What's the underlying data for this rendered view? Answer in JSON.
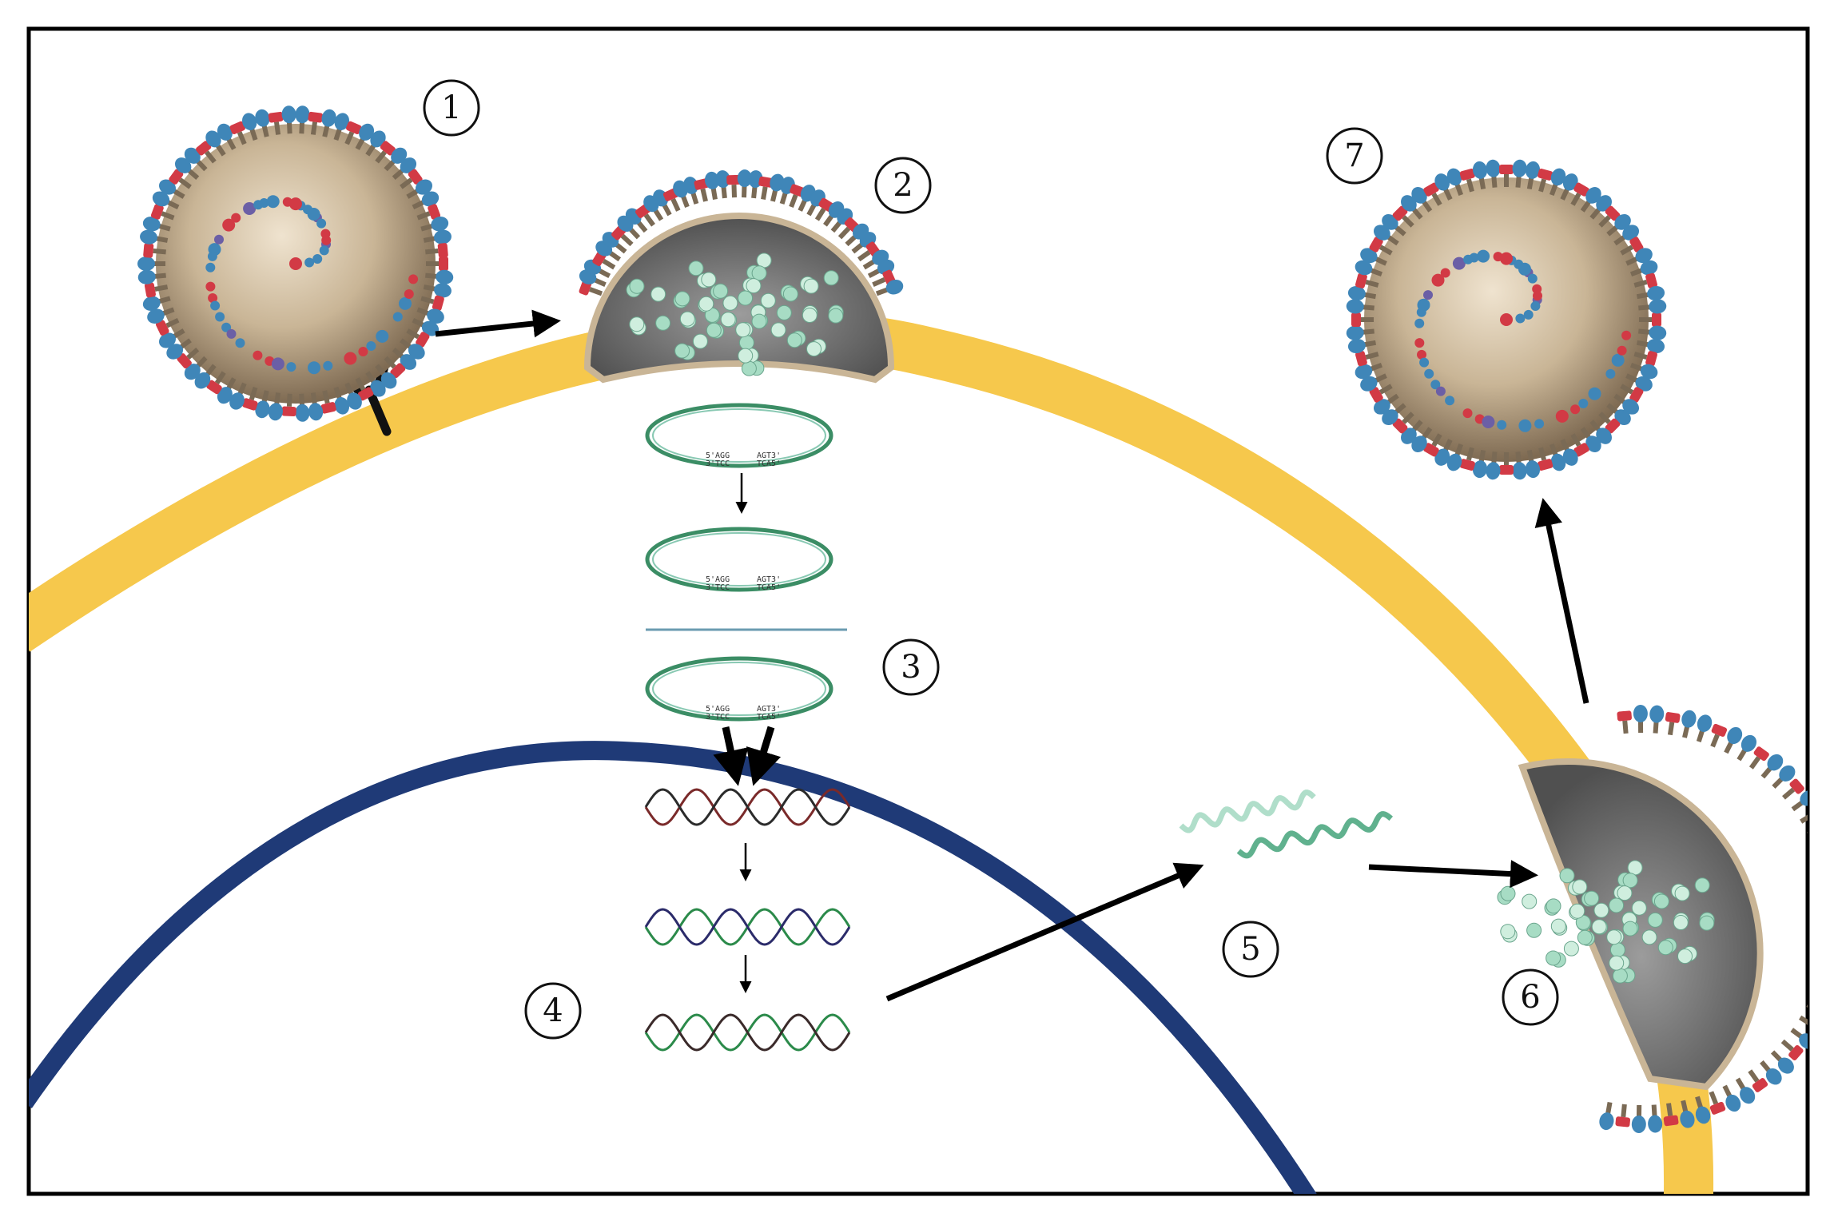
{
  "diagram": {
    "steps": [
      {
        "id": "1",
        "label": "1"
      },
      {
        "id": "2",
        "label": "2"
      },
      {
        "id": "3",
        "label": "3"
      },
      {
        "id": "4",
        "label": "4"
      },
      {
        "id": "5",
        "label": "5"
      },
      {
        "id": "6",
        "label": "6"
      },
      {
        "id": "7",
        "label": "7"
      }
    ],
    "colors": {
      "cell_membrane": "#f6c84c",
      "nucleus_membrane": "#1f3a77",
      "virus_core": "#b49c7a",
      "spike_blue": "#3f86b8",
      "spike_red": "#d23a45",
      "rna_green": "#5fa88a",
      "rna_strand_dark": "#3a2a2a",
      "frame": "#000000"
    },
    "icons": [
      "virus-particle-icon",
      "receptor-icon",
      "plasmid-ring-icon",
      "dna-helix-icon",
      "rna-strand-icon",
      "arrow-icon"
    ]
  }
}
